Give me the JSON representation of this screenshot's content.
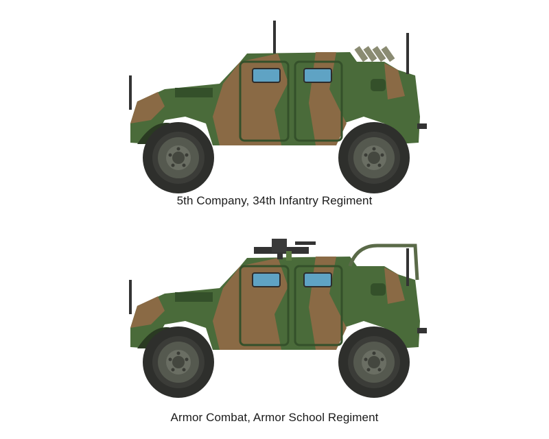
{
  "colors": {
    "green": "#4a6b3a",
    "green_dark": "#34502a",
    "brown": "#8a6a45",
    "brown_dark": "#6f5236",
    "tire": "#2e2f2c",
    "hub": "#55594f",
    "glass": "#5fa3c4"
  },
  "vehicles": [
    {
      "caption": "5th Company, 34th Infantry Regiment",
      "equipment": [
        "roof-antenna",
        "smoke-dischargers",
        "rear-antenna"
      ]
    },
    {
      "caption": "Armor Combat, Armor School Regiment",
      "equipment": [
        "roof-machine-gun",
        "rear-rack",
        "rear-antenna"
      ]
    }
  ]
}
